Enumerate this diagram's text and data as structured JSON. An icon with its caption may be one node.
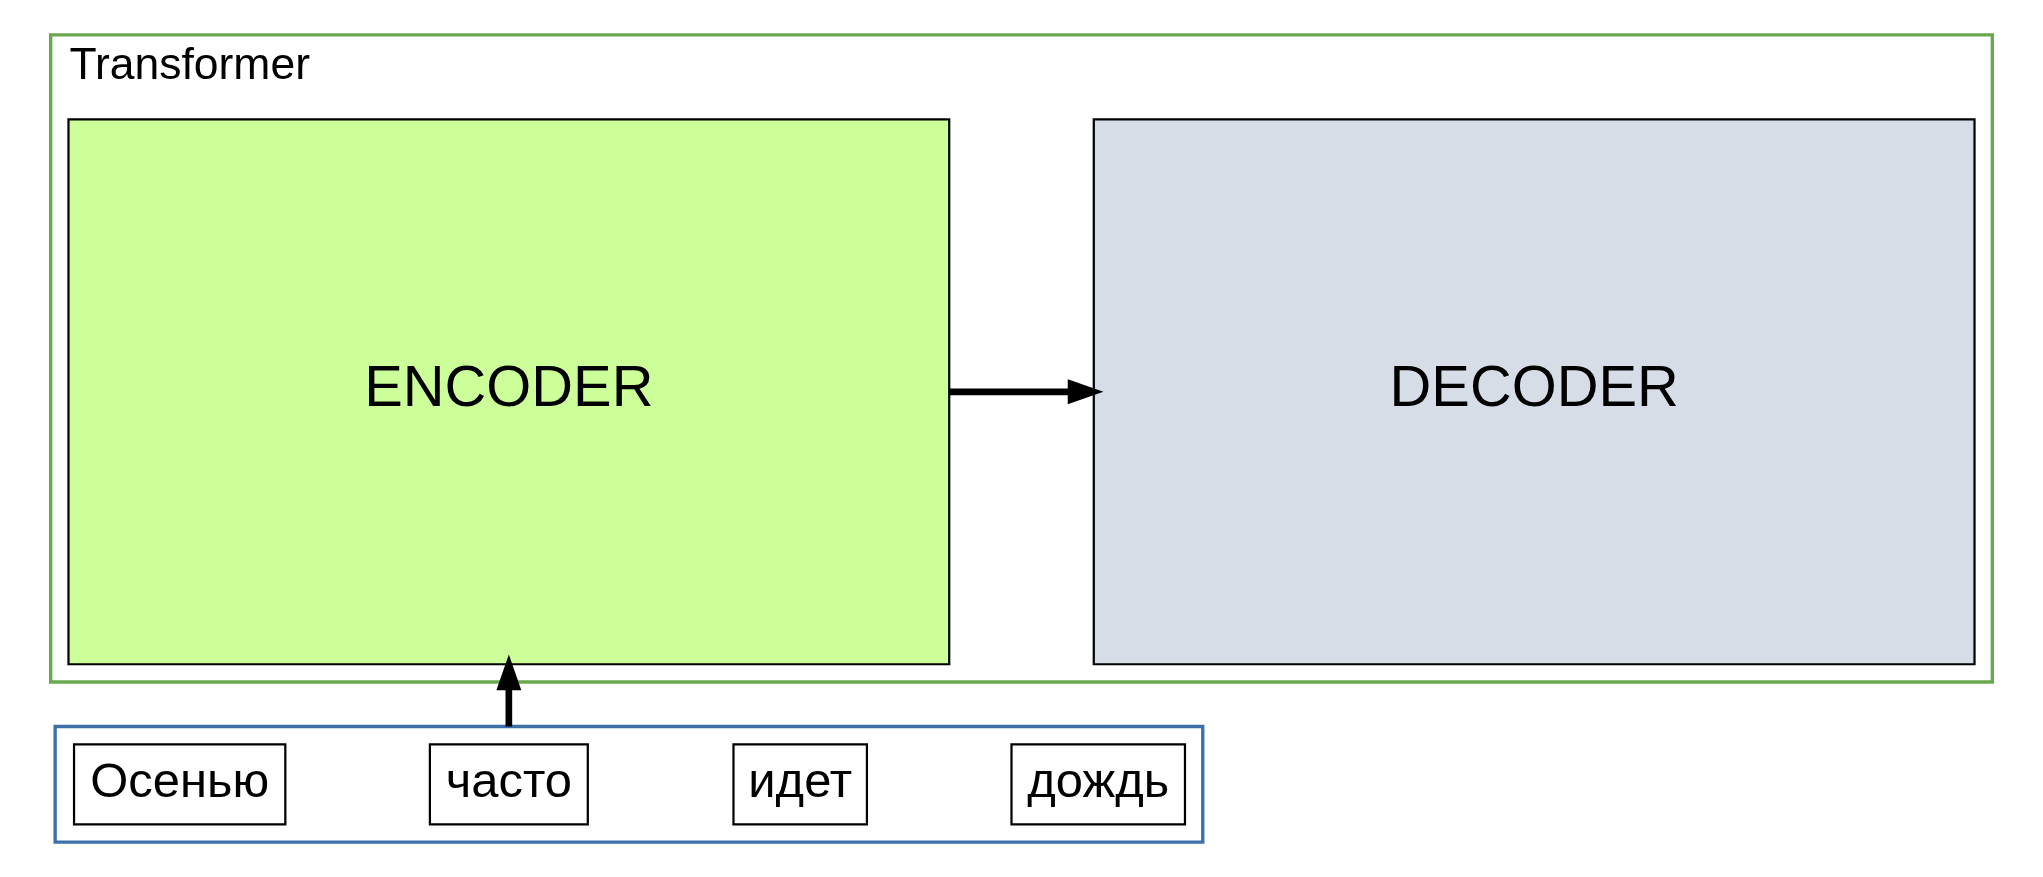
{
  "diagram": {
    "nodes": [
      {
        "text": [
          "Transformer"
        ]
      },
      {
        "text": [
          "ENCODER"
        ],
        "in": 0
      },
      {
        "text": [
          "DECODER"
        ],
        "in": 0
      },
      {
        "text": [],
        "shape": "box"
      },
      {
        "text": [
          "Осенью"
        ],
        "in": 3
      },
      {
        "text": [
          "часто"
        ],
        "in": 3
      },
      {
        "text": [
          "идет"
        ],
        "in": 3
      },
      {
        "text": [
          "дождь"
        ],
        "in": 3
      }
    ],
    "edges": [
      {
        "from": 1,
        "to": 2,
        "arrow": "to"
      },
      {
        "from": 3,
        "to": 1,
        "arrow": "to"
      }
    ]
  }
}
